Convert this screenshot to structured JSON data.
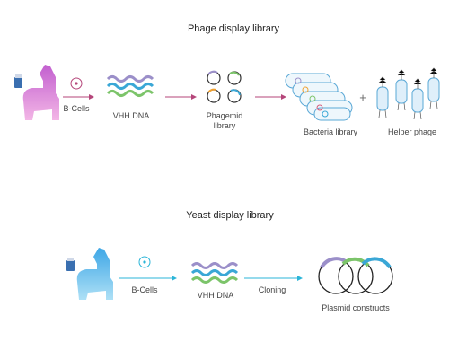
{
  "phage": {
    "title": "Phage display library",
    "labels": {
      "bcells": "B-Cells",
      "vhh": "VHH DNA",
      "phagemid_line1": "Phagemid",
      "phagemid_line2": "library",
      "bacteria": "Bacteria library",
      "plus": "+",
      "helper": "Helper phage"
    },
    "colors": {
      "arrow": "#b5467a",
      "alpaca": "#d06fd2"
    }
  },
  "yeast": {
    "title": "Yeast display library",
    "labels": {
      "bcells": "B-Cells",
      "vhh": "VHH DNA",
      "cloning": "Cloning",
      "plasmid": "Plasmid constructs"
    },
    "colors": {
      "arrow": "#2bb5d8",
      "alpaca": "#4fb0e8"
    }
  },
  "dna_colors": [
    "#9b8fc9",
    "#3aa7d6",
    "#7cc46a"
  ],
  "icons": [
    "alpaca-icon",
    "b-cell-icon",
    "dna-wave-icon",
    "plasmid-icon",
    "bacteria-icon",
    "phage-icon",
    "vial-icon"
  ]
}
